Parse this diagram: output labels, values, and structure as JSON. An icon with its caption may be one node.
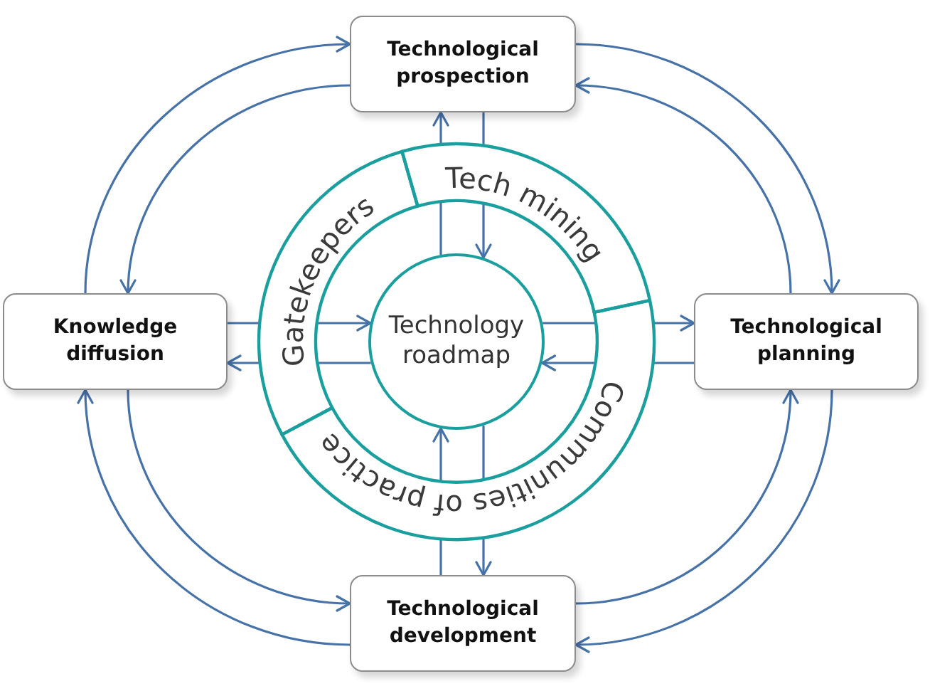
{
  "diagram": {
    "nodes": [
      {
        "text": [
          "Technological prospection"
        ]
      },
      {
        "text": [
          "Knowledge diffusion"
        ]
      },
      {
        "text": [
          "Technological planning"
        ]
      },
      {
        "text": [
          "Technological development"
        ]
      },
      {
        "text": [
          "Gatekeepers"
        ]
      },
      {
        "text": [
          "Tech mining"
        ]
      },
      {
        "text": [
          "Communities of practice"
        ]
      },
      {
        "text": [
          "Technology roadmap"
        ]
      }
    ],
    "edges": [
      {
        "from": 1,
        "to": 0,
        "arrow": "to"
      },
      {
        "from": 0,
        "to": 1,
        "arrow": "to"
      },
      {
        "from": 0,
        "to": 2,
        "arrow": "to"
      },
      {
        "from": 2,
        "to": 0,
        "arrow": "to"
      },
      {
        "from": 1,
        "to": 3,
        "arrow": "to"
      },
      {
        "from": 3,
        "to": 1,
        "arrow": "to"
      },
      {
        "from": 3,
        "to": 2,
        "arrow": "to"
      },
      {
        "from": 2,
        "to": 3,
        "arrow": "to"
      },
      {
        "from": 7,
        "to": 5,
        "arrow": "none"
      },
      {
        "from": 5,
        "to": 0,
        "arrow": "to"
      },
      {
        "from": 0,
        "to": 5,
        "arrow": "none"
      },
      {
        "from": 5,
        "to": 7,
        "arrow": "to"
      },
      {
        "from": 1,
        "to": 4,
        "arrow": "none"
      },
      {
        "from": 4,
        "to": 7,
        "arrow": "to"
      },
      {
        "from": 7,
        "to": 4,
        "arrow": "none"
      },
      {
        "from": 4,
        "to": 1,
        "arrow": "to"
      },
      {
        "from": 7,
        "to": 6,
        "arrow": "none"
      },
      {
        "from": 6,
        "to": 2,
        "arrow": "to"
      },
      {
        "from": 2,
        "to": 6,
        "arrow": "none"
      },
      {
        "from": 6,
        "to": 7,
        "arrow": "to"
      },
      {
        "from": 3,
        "to": 6,
        "arrow": "none"
      },
      {
        "from": 6,
        "to": 7,
        "arrow": "to"
      },
      {
        "from": 7,
        "to": 6,
        "arrow": "none"
      },
      {
        "from": 6,
        "to": 3,
        "arrow": "to"
      }
    ]
  }
}
